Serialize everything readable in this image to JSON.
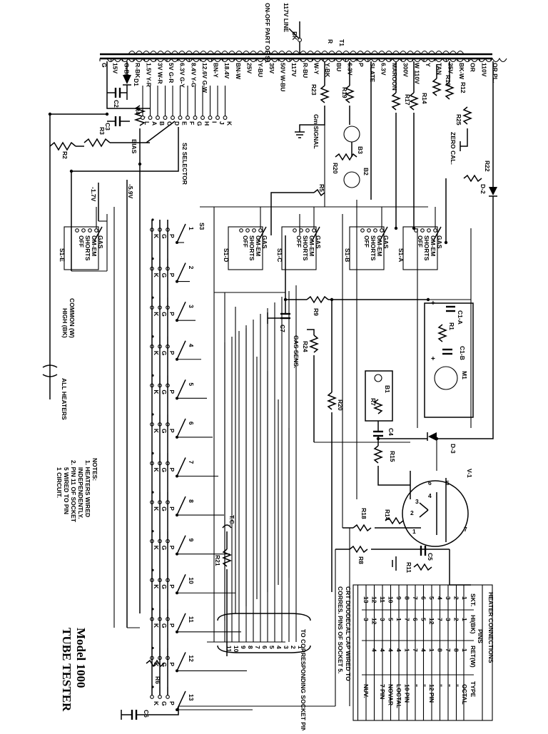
{
  "title": {
    "line1": "Model 1000",
    "line2": "TUBE TESTER"
  },
  "transformer": {
    "name": "T1",
    "primary": {
      "line": "117V LINE",
      "onoff": "ON-OFF PART OF S1",
      "r": "R",
      "bk": "BK"
    },
    "windings": [
      "G",
      "15V",
      "G-BK",
      "R-BK",
      "1.5V Y-R",
      "3V W-R",
      "5V G-R",
      "6.3V G-Y",
      "8.4V Y-G",
      "12.6V G-W",
      "BN-Y",
      "18.4V",
      "BN-W",
      "25V",
      "Y-BU",
      "35V",
      "50V W-BU",
      "117V",
      "R-BU",
      "W-Y",
      "Y-BK",
      "BU",
      "6.3V",
      "P",
      "SLATE",
      "6.3V",
      "MAROON",
      "300V",
      "W 110V",
      "Y",
      "TAN",
      "25V",
      "BK-W",
      "OR",
      "110V",
      "OR.PL."
    ]
  },
  "components": {
    "diodes": [
      "D1",
      "D-2",
      "D-3"
    ],
    "capacitors": [
      "C2",
      "C3",
      "C4",
      "C5",
      "C6",
      "C7",
      "C1-A",
      "C1-B"
    ],
    "resistors": [
      "R2",
      "R3",
      "R4",
      "R5",
      "R6",
      "R7",
      "R8",
      "R9",
      "R10",
      "R11",
      "R12",
      "R13",
      "R14",
      "R15",
      "R16",
      "R17",
      "R18",
      "R19",
      "R20",
      "R21",
      "R22",
      "R23",
      "R24",
      "R25",
      "R1"
    ],
    "lamps": [
      "B1",
      "B2",
      "B3"
    ],
    "meter": "M1",
    "tube": "V-1",
    "labels": {
      "bias": "BIAS",
      "selector": "S2 SELECTOR",
      "signal": "Gm SIGNAL",
      "zerocal": "ZERO CAL.",
      "sens": "GAS SENS.",
      "tc": "T.C.",
      "v_neg17": "-1.7V",
      "v_neg59": "-5.9V",
      "high": "HIGH (BK)",
      "common": "COMMON (W)",
      "allheaters": "ALL HEATERS",
      "s3": "S3"
    },
    "selector_taps": [
      "L",
      "A",
      "B",
      "C",
      "D",
      "E",
      "F",
      "G",
      "H",
      "I",
      "J",
      "K"
    ]
  },
  "s1_sections": [
    {
      "name": "S1-A",
      "options": [
        "GAS",
        "GM-EM",
        "SHORTS",
        "OFF"
      ]
    },
    {
      "name": "S1-B",
      "options": [
        "GAS",
        "GM-EM",
        "SHORTS",
        "OFF"
      ]
    },
    {
      "name": "S1-C",
      "options": [
        "GAS",
        "GM-EM",
        "SHORTS",
        "OFF"
      ]
    },
    {
      "name": "S1-D",
      "options": [
        "GAS",
        "GM-EM",
        "SHORTS",
        "OFF"
      ]
    },
    {
      "name": "S1-E",
      "options": [
        "GAS",
        "GM-EM",
        "SHORTS",
        "OFF"
      ]
    }
  ],
  "pin_switches": {
    "contacts": [
      "P",
      "G",
      "K"
    ],
    "numbers": [
      "1",
      "2",
      "3",
      "4",
      "5",
      "6",
      "7",
      "8",
      "9",
      "10",
      "11",
      "12",
      "13"
    ]
  },
  "socket_pins": {
    "label": "TO CORRESPONDING SOCKET PINS",
    "numbers": [
      "1",
      "2",
      "3",
      "4",
      "5",
      "6",
      "7",
      "8",
      "9",
      "10",
      "11"
    ]
  },
  "tube_pins": [
    "1",
    "2",
    "3",
    "4",
    "5",
    "6",
    "7"
  ],
  "notes": {
    "heading": "NOTES:",
    "lines": [
      "1. HEATERS WIRED",
      "INDEPENDENTLY.",
      "2. PIN 11 OF SOCKET",
      "5 WIRED TO PIN",
      "1 CIRCUIT."
    ]
  },
  "heater_table": {
    "title": "HEATER CONNECTIONS",
    "pins_label": "PINS",
    "headers": [
      "SKT.",
      "HI(BK)",
      "RET(W)",
      "TYPE"
    ],
    "rows": [
      [
        "1",
        "1",
        "1",
        "OCTAL"
      ],
      [
        "2",
        "2",
        "8",
        "\""
      ],
      [
        "3",
        "3",
        "7",
        "\""
      ],
      [
        "4",
        "7",
        "8",
        "\""
      ],
      [
        "5",
        "12",
        "1",
        "12 PIN"
      ],
      [
        "6",
        "5",
        "4",
        "\""
      ],
      [
        "7",
        "6",
        "7",
        "\""
      ],
      [
        "8",
        "7",
        "1",
        "10 PIN"
      ],
      [
        "9",
        "1",
        "4",
        "LOCTAL"
      ],
      [
        "10",
        "5",
        "4",
        "NOVAR"
      ],
      [
        "11",
        "3",
        "4",
        "7 PIN"
      ],
      [
        "12",
        "12",
        "4",
        ""
      ],
      [
        "13",
        "3",
        "",
        "NUV."
      ]
    ],
    "footer": [
      "CRT DUODECAL CAP WIRED TO",
      "CORRES. PINS OF SOCKET 5."
    ]
  }
}
